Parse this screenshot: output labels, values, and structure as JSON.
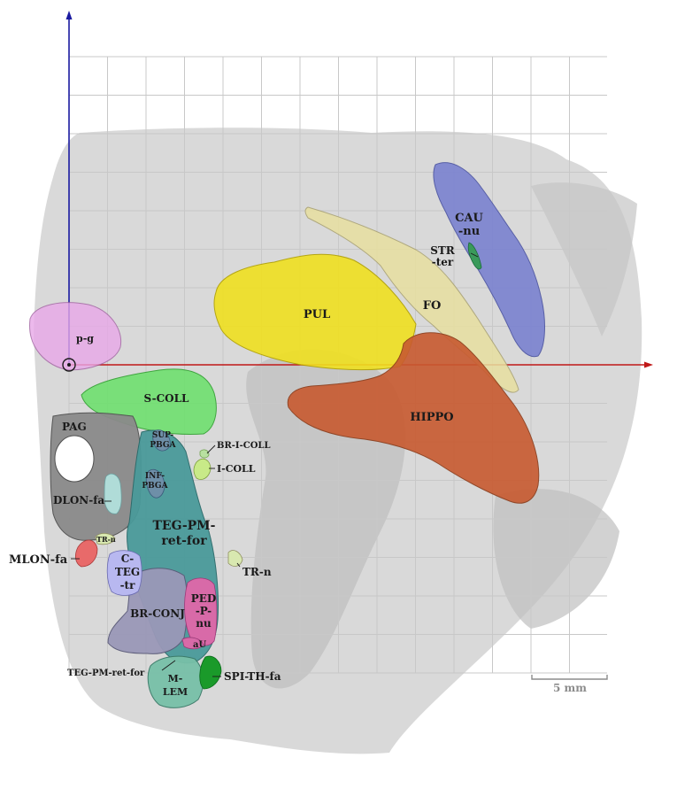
{
  "scale_bar": {
    "label": "5 mm"
  },
  "structures": [
    {
      "id": "p-g",
      "label": "p-g",
      "color": "#e8a8e8"
    },
    {
      "id": "s-coll",
      "label": "S-COLL",
      "color": "#6fe06f"
    },
    {
      "id": "pag",
      "label": "PAG",
      "color": "#8a8a8a"
    },
    {
      "id": "sup-pbga",
      "label": "SUP-\nPBGA",
      "color": "#6e8fa8"
    },
    {
      "id": "br-i-coll",
      "label": "BR-I-COLL",
      "color": "#b8e0a0"
    },
    {
      "id": "i-coll",
      "label": "I-COLL",
      "color": "#c8ea88"
    },
    {
      "id": "inf-pbga",
      "label": "INF-\nPBGA",
      "color": "#6e8fa8"
    },
    {
      "id": "dlon-fa",
      "label": "DLON-fa",
      "color": "#b0dcd8"
    },
    {
      "id": "teg-pm-ret-for",
      "label": "TEG-PM-\nret-for",
      "color": "#4a9a9a"
    },
    {
      "id": "tr-n-small",
      "label": "TR-n",
      "color": "#d8e8b0"
    },
    {
      "id": "mlon-fa",
      "label": "MLON-fa",
      "color": "#e86a6a"
    },
    {
      "id": "tr-n",
      "label": "TR-n",
      "color": "#d8e8b0"
    },
    {
      "id": "c-teg-tr",
      "label": "C-\nTEG\n-tr",
      "color": "#b8b8f0"
    },
    {
      "id": "br-conj",
      "label": "BR-CONJ",
      "color": "#9a98b8"
    },
    {
      "id": "ped-p-nu",
      "label": "PED\n-P-\nnu",
      "color": "#d86aa8"
    },
    {
      "id": "au",
      "label": "aU",
      "color": "#d86aa8"
    },
    {
      "id": "teg-pm-ret-for-2",
      "label": "TEG-PM-ret-for",
      "color": "#4a9a9a"
    },
    {
      "id": "m-lem",
      "label": "M-\nLEM",
      "color": "#78c0a8"
    },
    {
      "id": "spi-th-fa",
      "label": "SPI-TH-fa",
      "color": "#1a9a2a"
    },
    {
      "id": "pul",
      "label": "PUL",
      "color": "#f0e020"
    },
    {
      "id": "fo",
      "label": "FO",
      "color": "#e8e0a0"
    },
    {
      "id": "hippo",
      "label": "HIPPO",
      "color": "#c85a30"
    },
    {
      "id": "cau-nu",
      "label": "CAU\n-nu",
      "color": "#7a82d0"
    },
    {
      "id": "str-ter",
      "label": "STR\n-ter",
      "color": "#3a9a5a"
    }
  ]
}
